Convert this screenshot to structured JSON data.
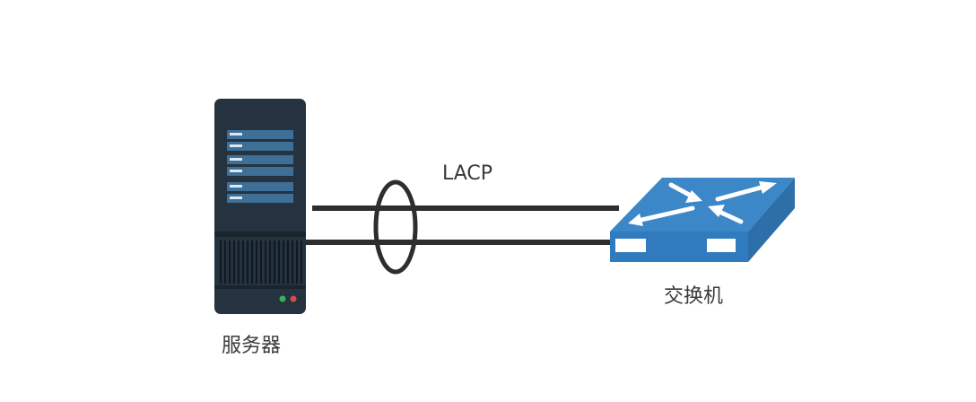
{
  "diagram": {
    "link_label": "LACP",
    "server_label": "服务器",
    "switch_label": "交换机"
  },
  "colors": {
    "server_body": "#24333f",
    "server_slot": "#3e6f96",
    "server_slot_line": "#dfe8f0",
    "led_green": "#3fae5a",
    "led_red": "#d64a4a",
    "link": "#2e2e2e",
    "switch_top": "#3b87c8",
    "switch_side": "#2c6fa9",
    "switch_front": "#2f7bbd",
    "arrow": "#ffffff"
  }
}
